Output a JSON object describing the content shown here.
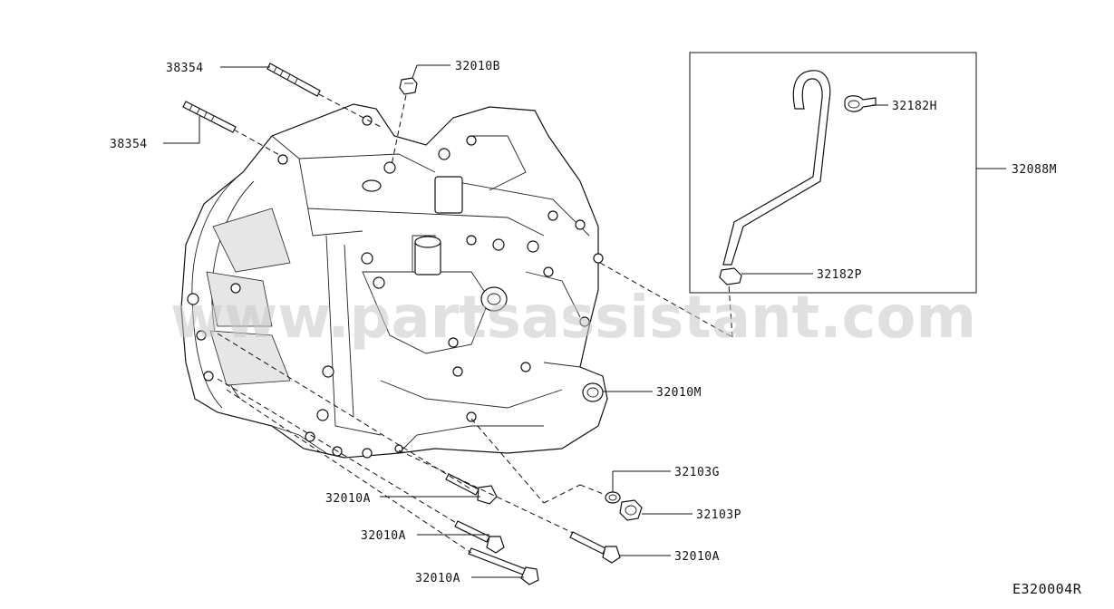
{
  "diagram": {
    "watermark": "www.partsassistant.com",
    "figure_code": "E320004R",
    "callouts": {
      "stud_upper": "38354",
      "stud_lower": "38354",
      "plug_top": "32010B",
      "hose_clamp": "32182H",
      "hose_assembly": "32088M",
      "hose_clip": "32182P",
      "transmission": "32010M",
      "washer": "32103G",
      "drain_plug": "32103P",
      "bolt_left": "32010A",
      "bolt_mid": "32010A",
      "bolt_right": "32010A",
      "bolt_bottom": "32010A"
    }
  }
}
